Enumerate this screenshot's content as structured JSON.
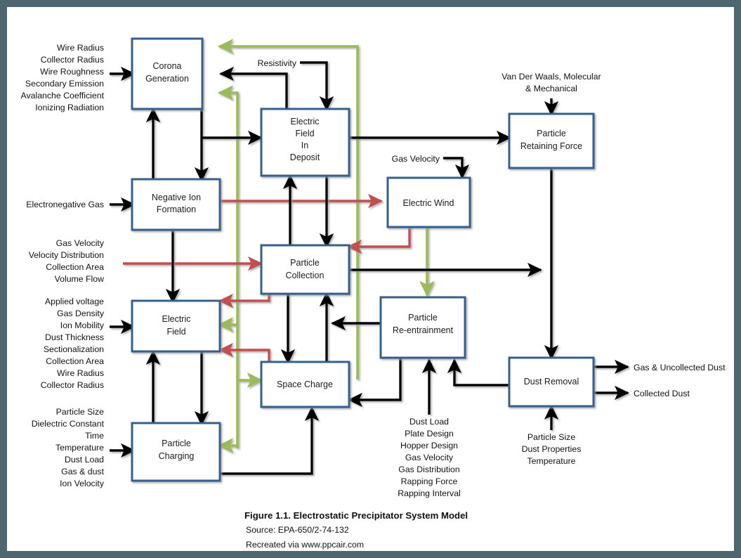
{
  "figure": {
    "title": "Figure 1.1. Electrostatic Precipitator System Model",
    "source": "Source:  EPA-650/2-74-132",
    "credit": "Recreated via www.ppcair.com"
  },
  "colors": {
    "frame": "#4d6670",
    "box_border": "#36618e",
    "box_fill": "#ffffff",
    "arrow_black": "#000000",
    "arrow_red": "#c0504d",
    "arrow_green": "#9bbb59",
    "text": "#111111"
  },
  "boxes": [
    {
      "id": "corona",
      "label_lines": [
        "Corona",
        "Generation"
      ]
    },
    {
      "id": "efield_dep",
      "label_lines": [
        "Electric",
        "Field",
        "In",
        "Deposit"
      ]
    },
    {
      "id": "retaining",
      "label_lines": [
        "Particle",
        "Retaining Force"
      ]
    },
    {
      "id": "negion",
      "label_lines": [
        "Negative Ion",
        "Formation"
      ]
    },
    {
      "id": "ewind",
      "label_lines": [
        "Electric Wind"
      ]
    },
    {
      "id": "collection",
      "label_lines": [
        "Particle",
        "Collection"
      ]
    },
    {
      "id": "efield",
      "label_lines": [
        "Electric",
        "Field"
      ]
    },
    {
      "id": "reentrain",
      "label_lines": [
        "Particle",
        "Re-entrainment"
      ]
    },
    {
      "id": "spacecharge",
      "label_lines": [
        "Space Charge"
      ]
    },
    {
      "id": "charging",
      "label_lines": [
        "Particle",
        "Charging"
      ]
    },
    {
      "id": "dustremoval",
      "label_lines": [
        "Dust Removal"
      ]
    }
  ],
  "input_groups": {
    "corona": [
      "Wire Radius",
      "Collector Radius",
      "Wire Roughness",
      "Secondary Emission",
      "Avalanche Coefficient",
      "Ionizing Radiation"
    ],
    "negion": [
      "Electronegative Gas"
    ],
    "collection": [
      "Gas Velocity",
      "Velocity Distribution",
      "Collection Area",
      "Volume Flow"
    ],
    "efield": [
      "Applied voltage",
      "Gas Density",
      "Ion Mobility",
      "Dust Thickness",
      "Sectionalization",
      "Collection Area",
      "Wire Radius",
      "Collector Radius"
    ],
    "charging": [
      "Particle Size",
      "Dielectric Constant",
      "Time",
      "Temperature",
      "Dust Load",
      "Gas & dust",
      "Ion Velocity"
    ],
    "retaining": [
      "Van Der Waals, Molecular",
      "& Mechanical"
    ],
    "reentrain": [
      "Dust Load",
      "Plate Design",
      "Hopper Design",
      "Gas Velocity",
      "Gas Distribution",
      "Rapping Force",
      "Rapping Interval"
    ],
    "dustremoval": [
      "Particle Size",
      "Dust Properties",
      "Temperature"
    ]
  },
  "edge_labels": {
    "resistivity": "Resistivity",
    "gas_velocity": "Gas Velocity"
  },
  "outputs": {
    "uncollected": "Gas & Uncollected Dust",
    "collected": "Collected Dust"
  }
}
